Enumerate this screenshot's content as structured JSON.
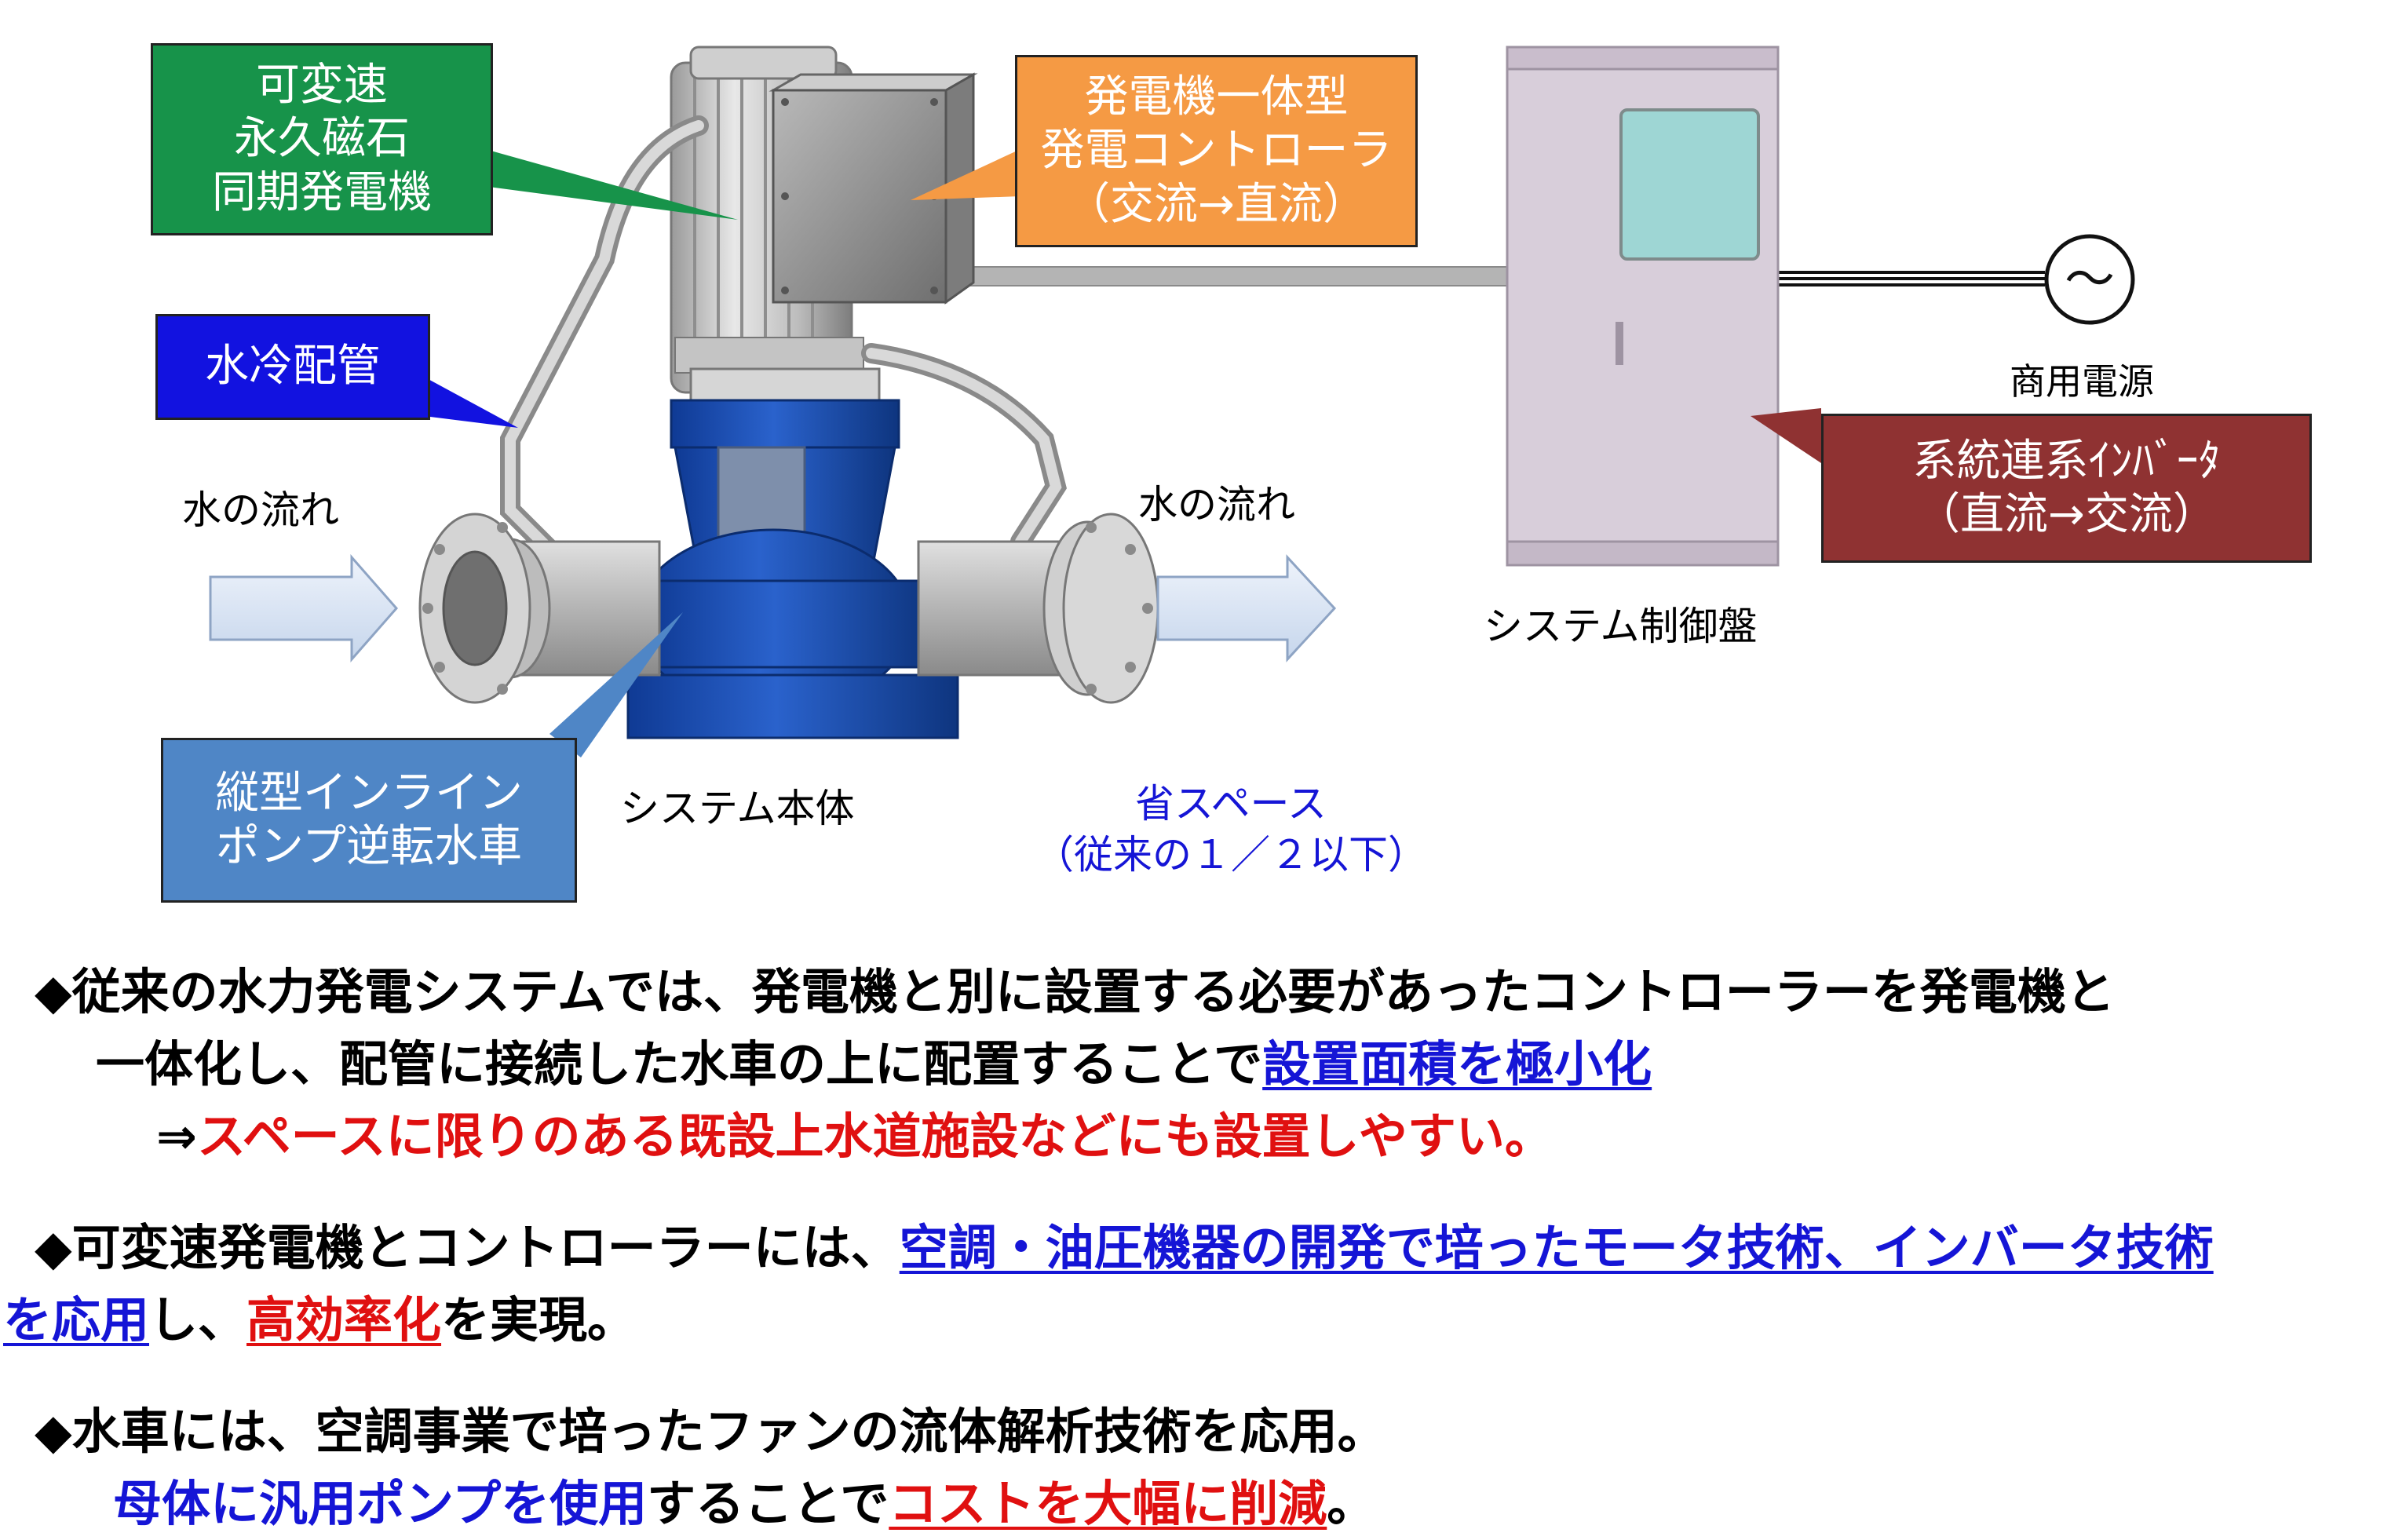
{
  "labels": {
    "generator": [
      "可変速",
      "永久磁石",
      "同期発電機"
    ],
    "controller": [
      "発電機一体型",
      "発電コントローラ",
      "（交流→直流）"
    ],
    "cooling_pipe": "水冷配管",
    "turbine": [
      "縦型インライン",
      "ポンプ逆転水車"
    ],
    "inverter": [
      "系統連系ｲﾝﾊﾞｰﾀ",
      "（直流→交流）"
    ],
    "water_flow_left": "水の流れ",
    "water_flow_right": "水の流れ",
    "system_body": "システム本体",
    "space_saving": [
      "省スペース",
      "（従来の１／２以下）"
    ],
    "control_panel": "システム制御盤",
    "commercial_power": "商用電源",
    "ac_symbol": "～"
  },
  "bullets": {
    "b1_l1": "◆従来の水力発電システムでは、発電機と別に設置する必要があったコントローラーを発電機と",
    "b1_l2_a": "一体化し、配管に接続した水車の上に配置することで",
    "b1_l2_b": "設置面積を極小化",
    "b1_l3_a": "⇒",
    "b1_l3_b": "スペースに限りのある既設上水道施設などにも設置しやすい。",
    "b2_l1_a": "◆可変速発電機とコントローラーには、",
    "b2_l1_b": "空調・油圧機器の開発で培ったモータ技術、インバータ技術",
    "b2_l2_a": "を応用",
    "b2_l2_b": "し、",
    "b2_l2_c": "高効率化",
    "b2_l2_d": "を実現。",
    "b3_l1": "◆水車には、空調事業で培ったファンの流体解析技術を応用。",
    "b3_l2_a": "母体に汎用ポンプを使用",
    "b3_l2_b": "することで",
    "b3_l2_c": "コストを大幅に削減",
    "b3_l2_d": "。"
  },
  "colors": {
    "generator_box": "#17934a",
    "controller_box": "#f59a44",
    "cooling_box": "#1212e0",
    "turbine_box": "#4f86c6",
    "inverter_box": "#8f3232",
    "pump_blue": "#1a4fb8",
    "panel_lilac": "#d6ccd9",
    "panel_window": "#9ed6d4"
  }
}
